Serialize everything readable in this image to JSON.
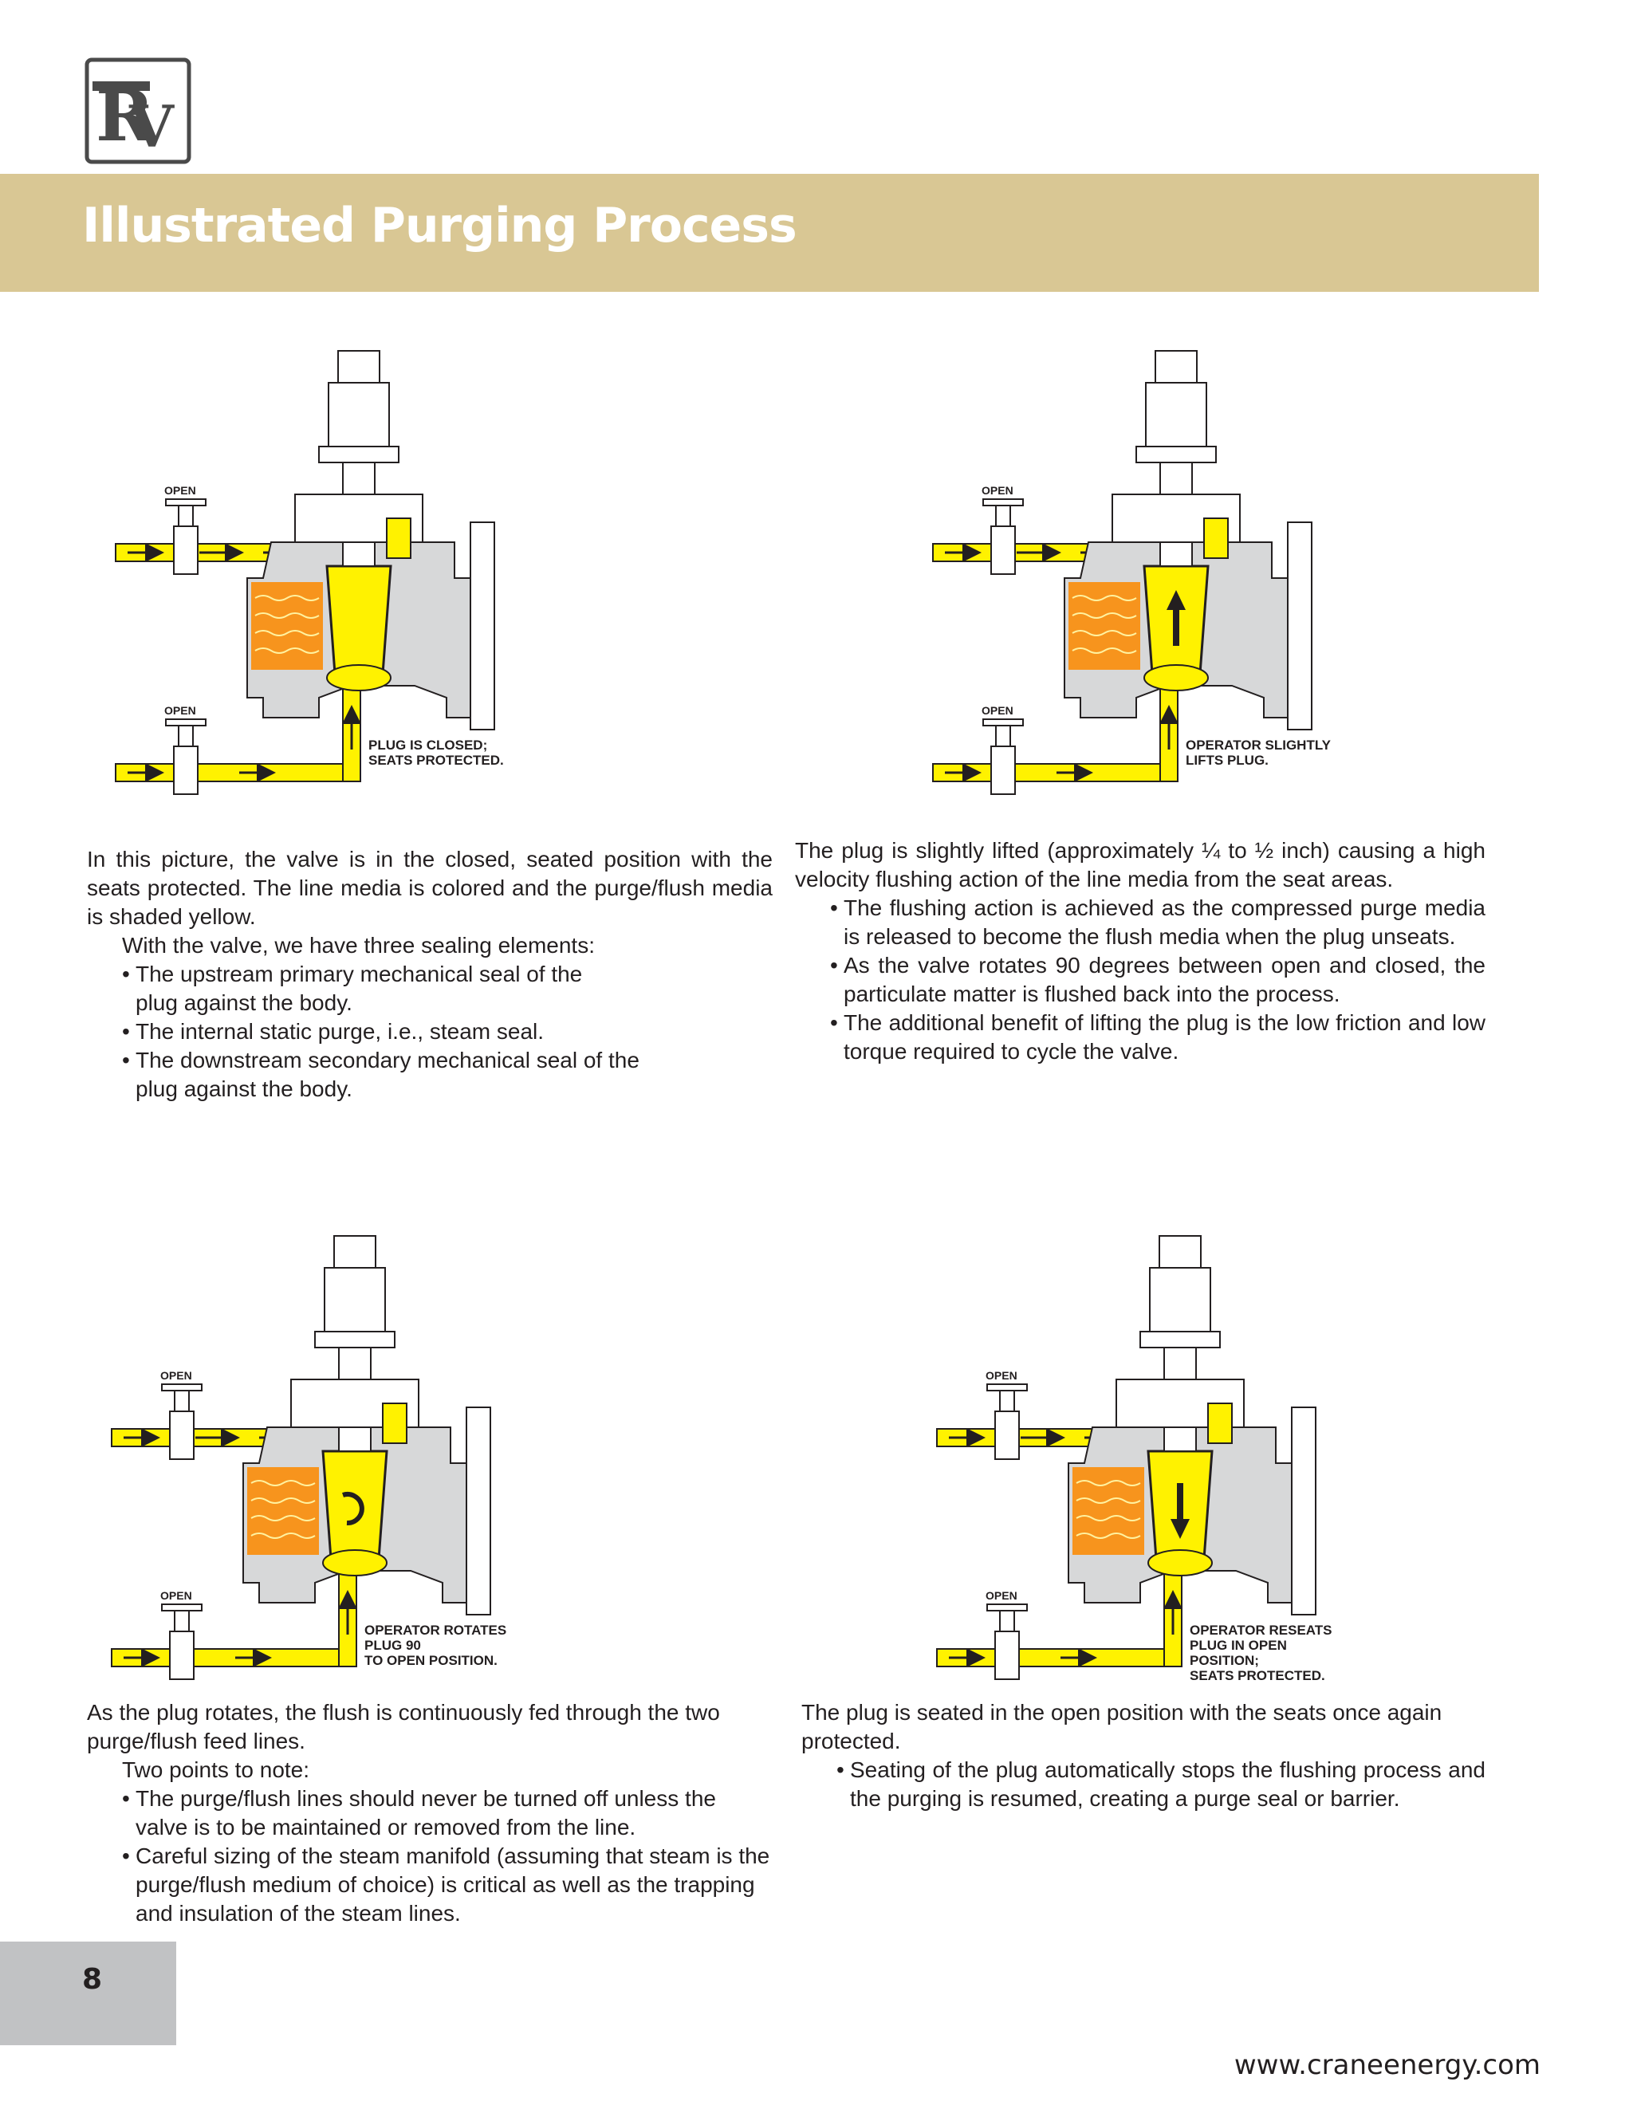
{
  "header": {
    "logo_icon": "rv-logo",
    "title": "Illustrated Purging Process",
    "band_color": "#d9c794"
  },
  "colors": {
    "line_media": "#f7941d",
    "purge_media": "#fff200",
    "outline": "#231f20"
  },
  "diagrams": [
    {
      "valve_labels": [
        "OPEN",
        "OPEN"
      ],
      "caption_lines": [
        "PLUG IS CLOSED;",
        "SEATS PROTECTED."
      ]
    },
    {
      "valve_labels": [
        "OPEN",
        "OPEN"
      ],
      "caption_lines": [
        "OPERATOR SLIGHTLY",
        "LIFTS PLUG."
      ]
    },
    {
      "valve_labels": [
        "OPEN",
        "OPEN"
      ],
      "caption_lines": [
        "OPERATOR ROTATES",
        "PLUG 90",
        "TO OPEN POSITION."
      ]
    },
    {
      "valve_labels": [
        "OPEN",
        "OPEN"
      ],
      "caption_lines": [
        "OPERATOR RESEATS",
        "PLUG IN OPEN",
        "POSITION;",
        "SEATS PROTECTED."
      ]
    }
  ],
  "sections": [
    {
      "intro": "In this picture, the valve is in the closed, seated position with the seats protected. The line media is colored and the purge/flush media is shaded yellow.",
      "lead": "With the valve, we have three sealing elements:",
      "bullets": [
        "The upstream primary mechanical seal of the plug against the body.",
        "The internal static purge, i.e., steam seal.",
        "The downstream secondary mechanical seal of the plug against the body."
      ]
    },
    {
      "intro": "The plug is slightly lifted (approximately ¼ to ½ inch) causing a high velocity flushing action of the line media from the seat areas.",
      "bullets": [
        "The flushing action is achieved as the compressed purge media is released to become the flush media when the plug unseats.",
        "As the valve rotates 90 degrees between open and closed, the particulate matter is flushed back into the process.",
        "The additional benefit of lifting the plug is the low friction and low torque required to cycle the valve."
      ]
    },
    {
      "intro": "As the plug rotates, the flush is continuously fed through the two purge/flush feed lines.",
      "lead": "Two points to note:",
      "bullets": [
        "The purge/flush lines should never be turned off unless the valve is to be maintained or removed from the line.",
        "Careful sizing of the steam manifold (assuming that steam is the purge/flush medium of choice) is critical as well as the trapping and insulation of the steam lines."
      ]
    },
    {
      "intro": "The plug is seated in the open position with the seats once again protected.",
      "bullets": [
        "Seating of the plug automatically stops the flushing process and the purging is resumed, creating a purge seal or barrier."
      ]
    }
  ],
  "footer": {
    "page_number": "8",
    "website": "www.craneenergy.com"
  }
}
